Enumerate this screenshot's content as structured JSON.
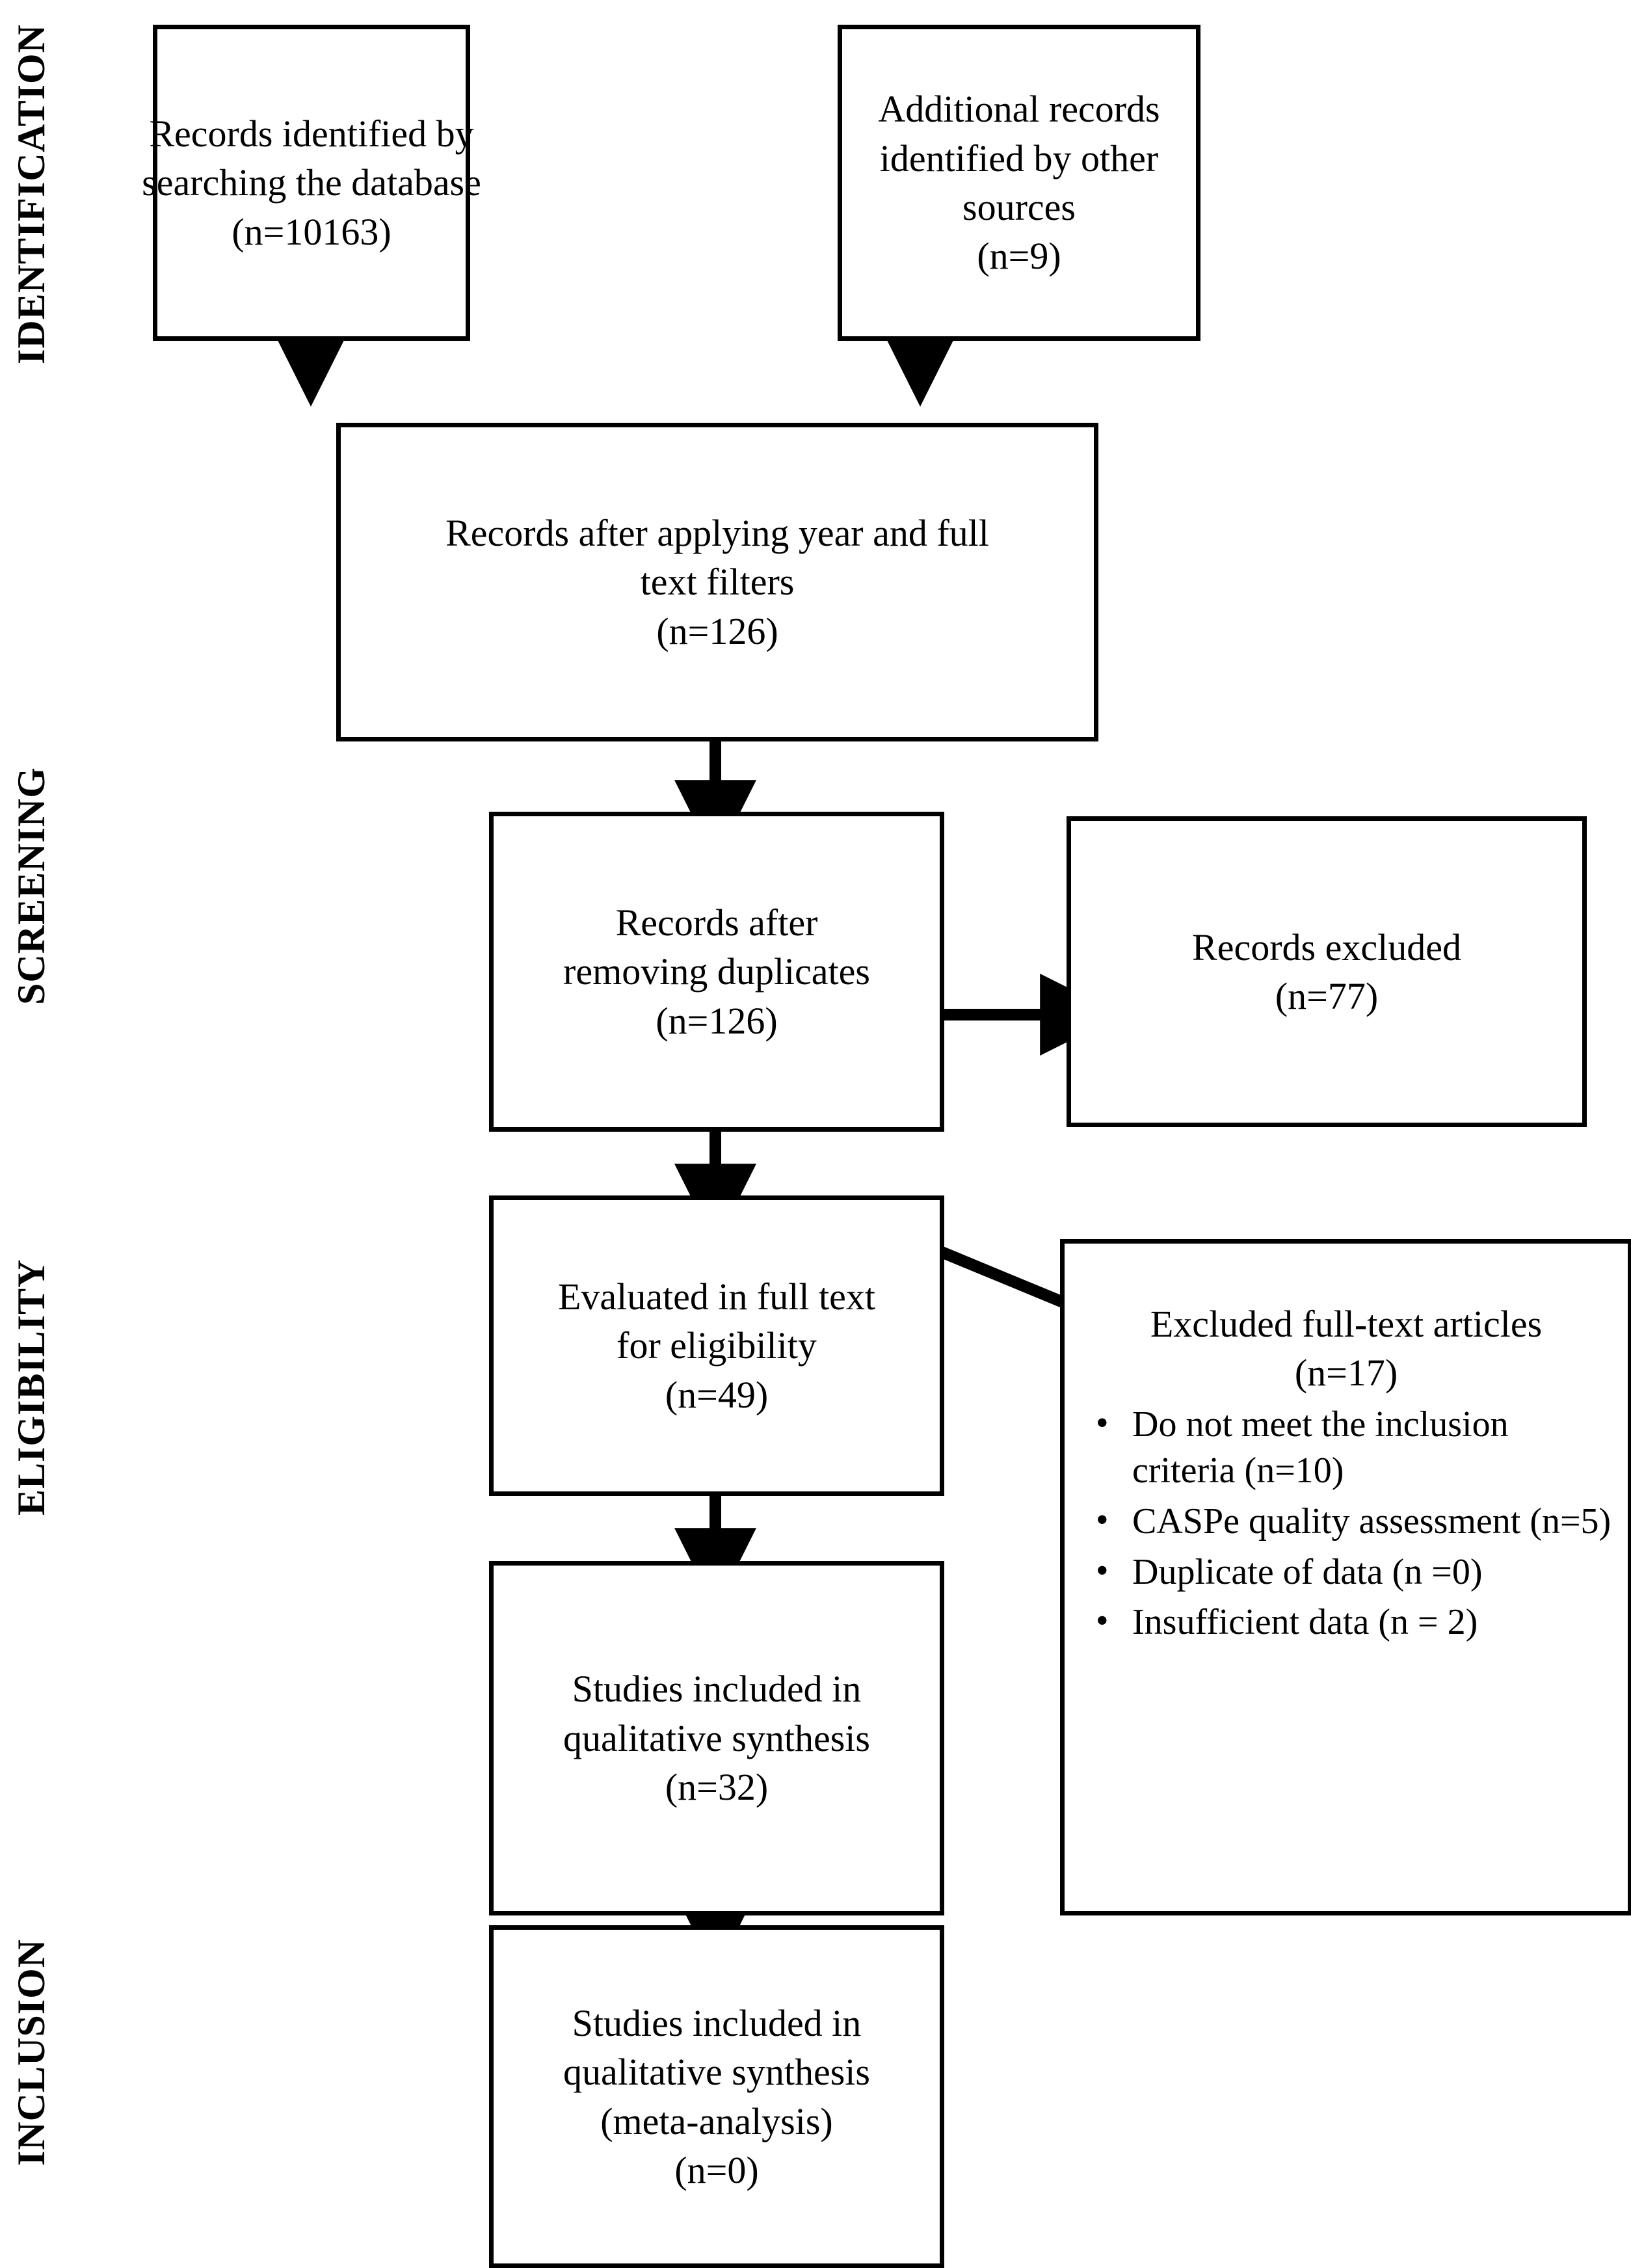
{
  "stages": [
    {
      "name": "identification",
      "label": "IDENTIFICATION"
    },
    {
      "name": "screening",
      "label": "SCREENING"
    },
    {
      "name": "eligibility",
      "label": "ELIGIBILITY"
    },
    {
      "name": "inclusion",
      "label": "INCLUSION"
    }
  ],
  "nodes": {
    "records_database": {
      "line1": "Records identified by",
      "line2": "searching the database",
      "count": "(n=10163)"
    },
    "records_other_sources": {
      "line1": "Additional records",
      "line2": "identified by other",
      "line3": "sources",
      "count": "(n=9)"
    },
    "records_filters": {
      "line1": "Records after applying year and full",
      "line2": "text filters",
      "count": "(n=126)"
    },
    "records_duplicates": {
      "line1": "Records after",
      "line2": "removing duplicates",
      "count": "(n=126)"
    },
    "records_excluded": {
      "line1": "Records excluded",
      "count": "(n=77)"
    },
    "full_text_eligibility": {
      "line1": "Evaluated in full text",
      "line2": "for eligibility",
      "count": "(n=49)"
    },
    "excluded_full_text": {
      "title": "Excluded full-text articles",
      "count": "(n=17)",
      "reasons": [
        "Do not meet the inclusion criteria (n=10)",
        "CASPe quality assessment (n=5)",
        "Duplicate of data (n =0)",
        "Insufficient data (n = 2)"
      ],
      "bullet": "•"
    },
    "qualitative_synthesis": {
      "line1": "Studies included in",
      "line2": "qualitative synthesis",
      "count": "(n=32)"
    },
    "meta_analysis": {
      "line1": "Studies included in",
      "line2": "qualitative synthesis",
      "line3": "(meta-analysis)",
      "count": "(n=0)"
    }
  },
  "colors": {
    "stroke": "#000000",
    "fill": "#ffffff",
    "text": "#000000"
  }
}
